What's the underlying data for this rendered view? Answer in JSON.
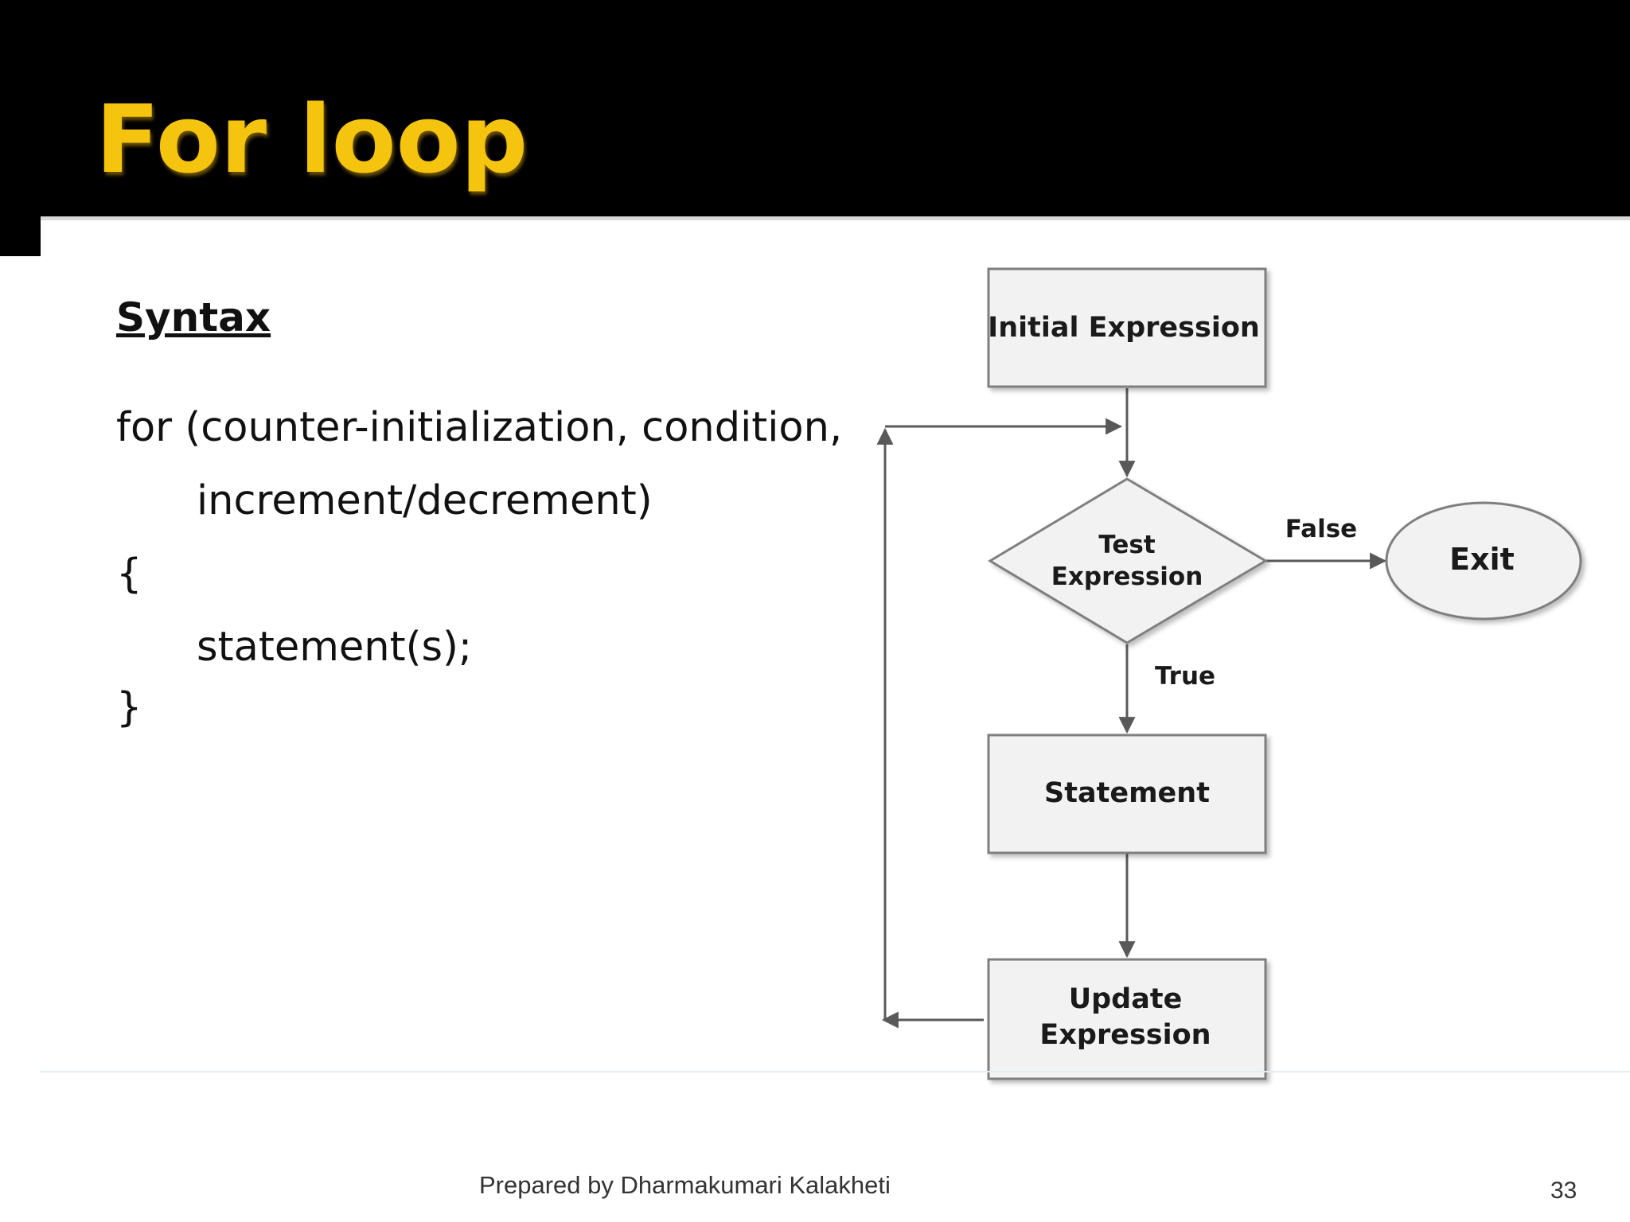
{
  "slide": {
    "title": "For loop",
    "syntax_heading": "Syntax",
    "code_lines": [
      "for (counter-initialization, condition,",
      "increment/decrement)",
      "{",
      "statement(s);",
      "}"
    ],
    "footer_credit": "Prepared by Dharmakumari Kalakheti",
    "page_number": "33"
  },
  "diagram": {
    "nodes": {
      "initial": "Initial Expression",
      "test_line1": "Test",
      "test_line2": "Expression",
      "exit": "Exit",
      "statement": "Statement",
      "update_line1": "Update",
      "update_line2": "Expression"
    },
    "edge_labels": {
      "false": "False",
      "true": "True"
    }
  },
  "colors": {
    "header_bg": "#000000",
    "title": "#f5c40e",
    "node_fill": "#f2f2f2",
    "node_stroke": "#7f7f7f",
    "connector": "#595959"
  }
}
